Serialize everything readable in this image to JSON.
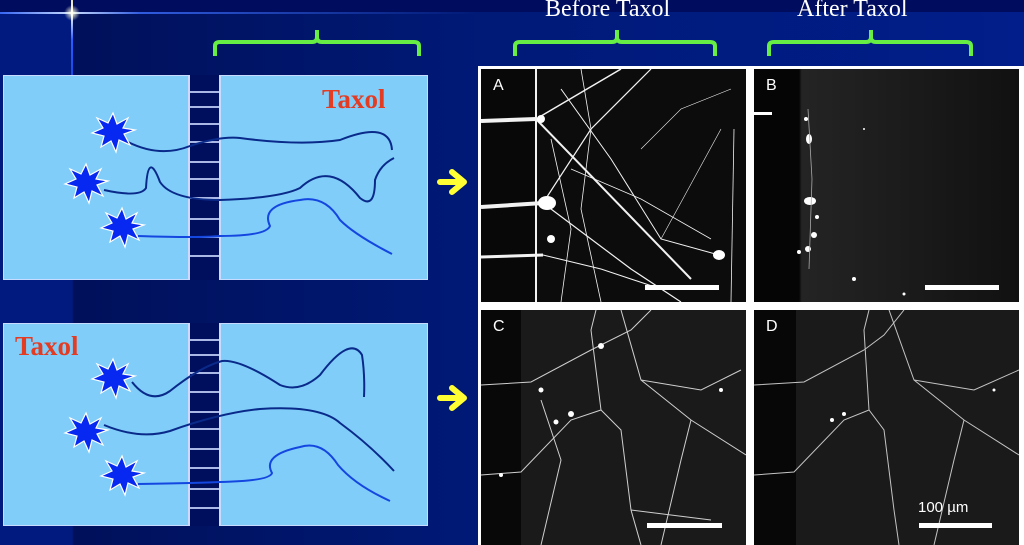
{
  "slide": {
    "background_color": "#001a78",
    "accent_brace_color": "#66ee44",
    "arrow_color": "#ffff33",
    "label_color": "#e33c22",
    "panel_color": "#80cdfa"
  },
  "headings": {
    "before": "Before Taxol",
    "after": "After Taxol"
  },
  "schematics": [
    {
      "id": "top",
      "taxol_label": "Taxol",
      "taxol_side": "axonal compartment (right)",
      "neuron_count": 3
    },
    {
      "id": "bottom",
      "taxol_label": "Taxol",
      "taxol_side": "somal compartment (left)",
      "neuron_count": 3
    }
  ],
  "micrographs": [
    {
      "label": "A",
      "condition": "Before Taxol",
      "row": "top"
    },
    {
      "label": "B",
      "condition": "After Taxol",
      "row": "top"
    },
    {
      "label": "C",
      "condition": "Before Taxol",
      "row": "bottom"
    },
    {
      "label": "D",
      "condition": "After Taxol",
      "row": "bottom"
    }
  ],
  "scale_bar": {
    "text": "100 µm"
  },
  "icons": {
    "arrow": "right-arrow-icon",
    "brace": "curly-brace-icon",
    "neuron": "starburst-neuron-icon"
  }
}
